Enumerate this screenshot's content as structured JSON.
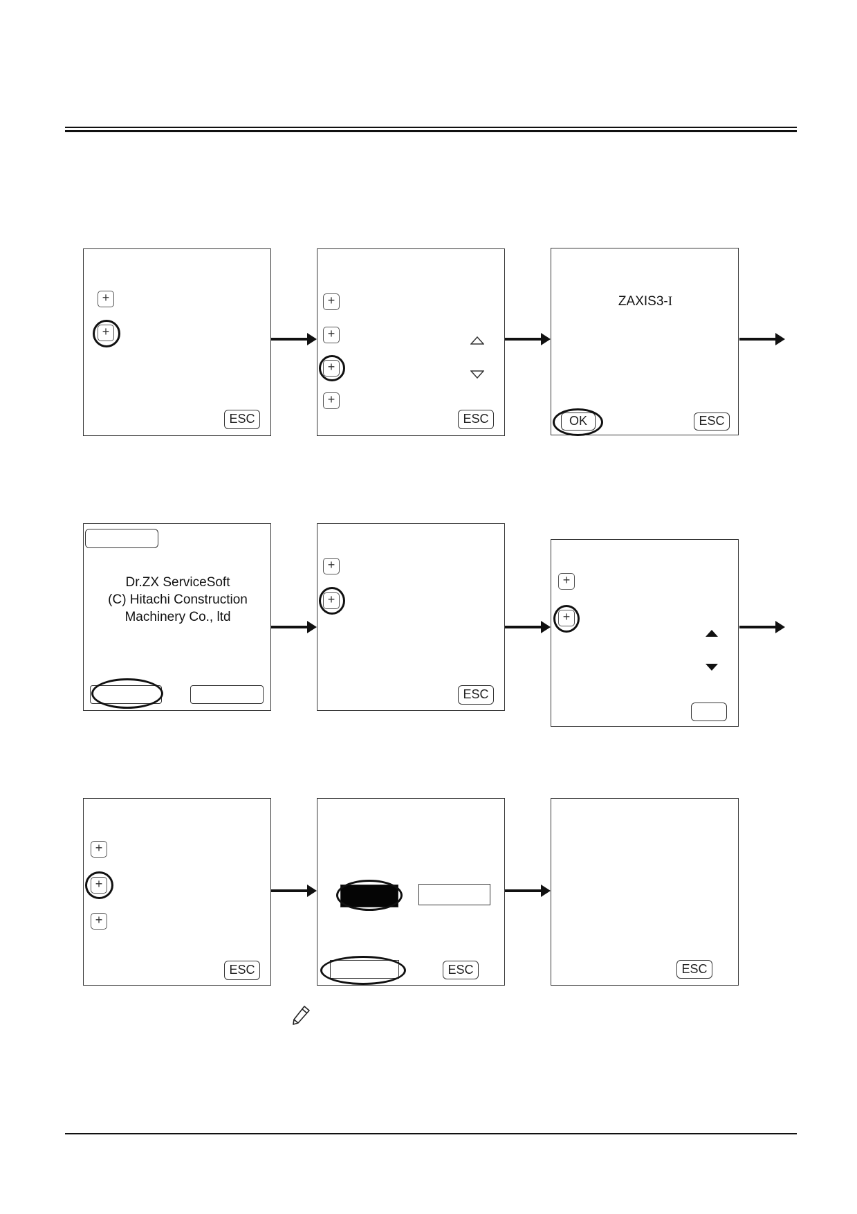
{
  "screen_3": {
    "model_name": "ZAXIS3-",
    "model_suffix": "I",
    "ok_label": "OK",
    "esc_label": "ESC"
  },
  "screen_4": {
    "splash_line_1": "Dr.ZX ServiceSoft",
    "splash_line_2": "(C) Hitachi Construction",
    "splash_line_3": "Machinery Co., ltd"
  },
  "common": {
    "esc_label": "ESC",
    "plus_glyph": "+"
  },
  "note": {
    "icon": "pencil-icon"
  }
}
